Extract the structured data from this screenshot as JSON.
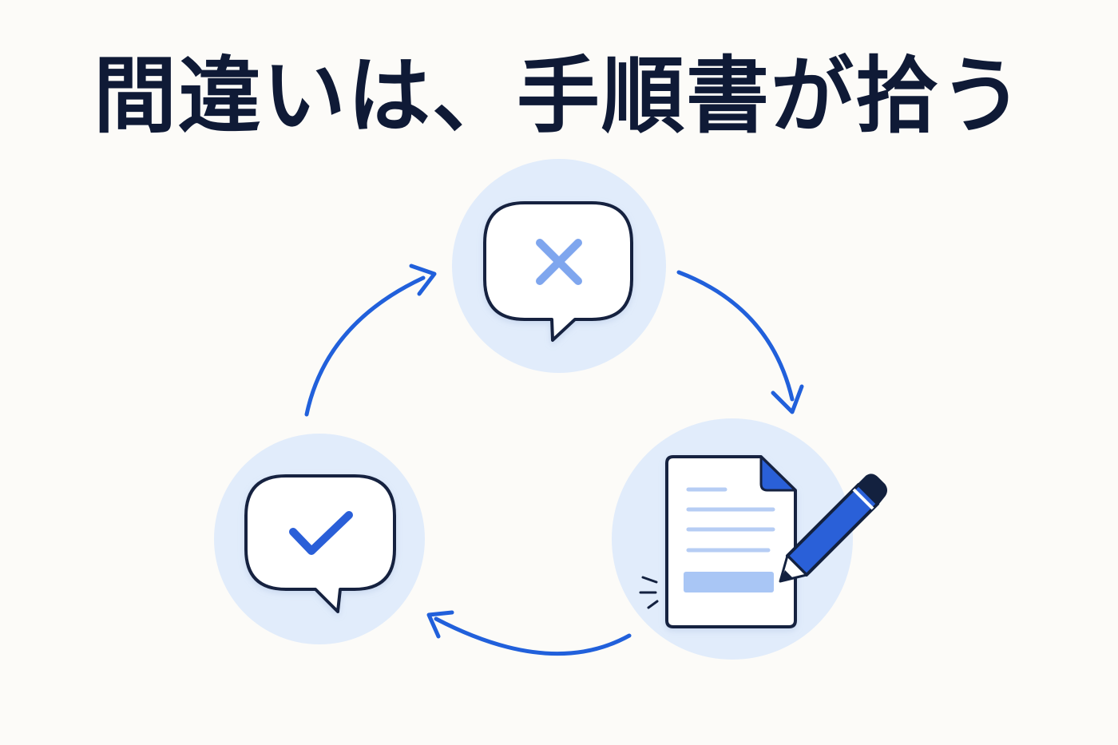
{
  "title": "間違いは、手順書が拾う",
  "colors": {
    "background": "#fcfbf8",
    "title_text": "#0f1a36",
    "circle_fill": "#e1ecfb",
    "arrow": "#2160db",
    "outline": "#13213f",
    "cross_mark": "#7fa6ee",
    "check_mark": "#2a5ed8",
    "doc_lines": "#b6cdf4",
    "doc_highlight": "#a9c6f5",
    "pencil_body": "#2a60d8"
  },
  "nodes": [
    {
      "id": "mistake",
      "icon": "speech-bubble-cross-icon"
    },
    {
      "id": "procedure-update",
      "icon": "document-edit-icon"
    },
    {
      "id": "correct",
      "icon": "speech-bubble-check-icon"
    }
  ],
  "flow": [
    {
      "from": "mistake",
      "to": "procedure-update"
    },
    {
      "from": "procedure-update",
      "to": "correct"
    },
    {
      "from": "correct",
      "to": "mistake"
    }
  ]
}
